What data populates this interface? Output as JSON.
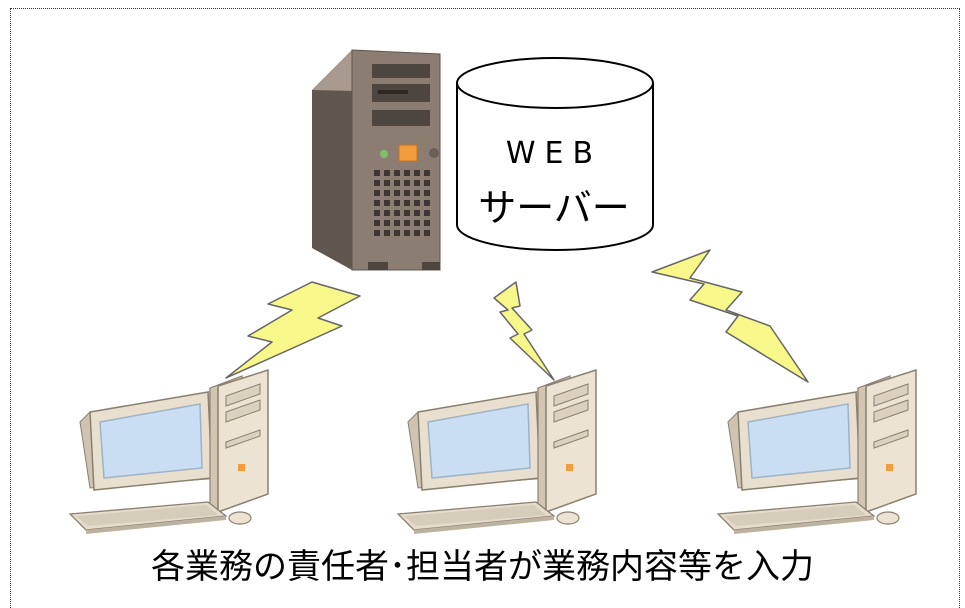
{
  "server": {
    "label_line1": "WEB",
    "label_line2": "サーバー"
  },
  "caption": "各業務の責任者･担当者が業務内容等を入力",
  "colors": {
    "lightning": "#f7f78a",
    "server_body": "#8c7d72",
    "computer_case": "#e6dccb",
    "screen": "#c9ddf3",
    "power_led": "#f39c3d"
  },
  "icons": {
    "server": "tower-server-icon",
    "database": "database-cylinder-icon",
    "computer": "desktop-computer-icon",
    "connection": "lightning-bolt-icon"
  }
}
